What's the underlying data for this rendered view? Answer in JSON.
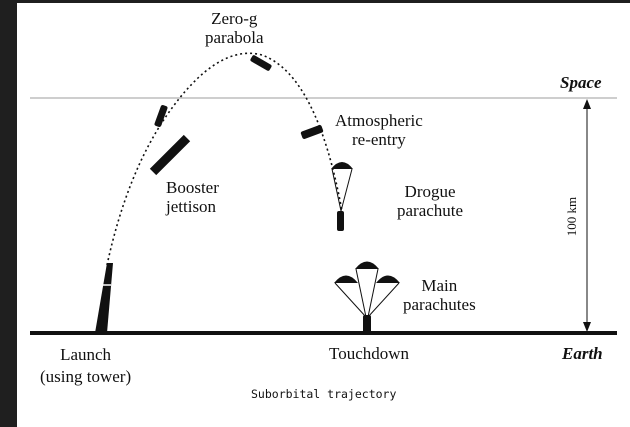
{
  "labels": {
    "zero_g": "Zero-g\nparabola",
    "space": "Space",
    "atmospheric": "Atmospheric\nre-entry",
    "booster": "Booster\njettison",
    "drogue": "Drogue\nparachute",
    "altitude": "100 km",
    "main": "Main\nparachutes",
    "launch": "Launch\n(using tower)",
    "touchdown": "Touchdown",
    "earth": "Earth"
  },
  "caption": "Suborbital trajectory",
  "colors": {
    "ink": "#111111",
    "space_line": "#bdbdbd",
    "background": "#1f1f1f",
    "panel": "#ffffff"
  }
}
